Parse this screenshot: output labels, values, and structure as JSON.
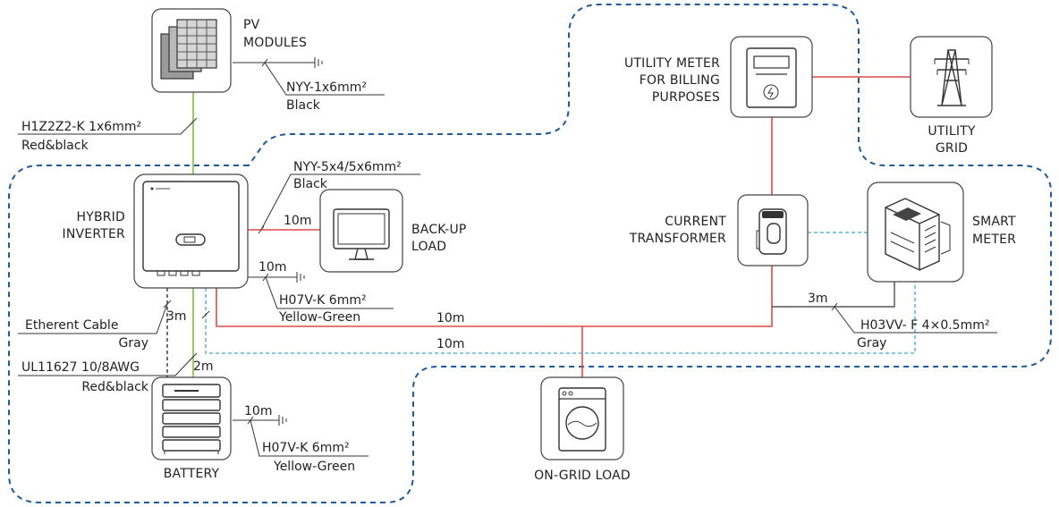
{
  "colors": {
    "ac_line": "#e0494b",
    "dc_line": "#7fbf3f",
    "comm_line": "#3fa7d6",
    "boundary": "#1f5a9a",
    "black_dashed": "#222222",
    "stroke": "#333333"
  },
  "components": {
    "pv_modules": {
      "line1": "PV",
      "line2": "MODULES",
      "icon": "solar-panel-icon"
    },
    "hybrid_inverter": {
      "line1": "HYBRID",
      "line2": "INVERTER",
      "icon": "inverter-icon"
    },
    "backup_load": {
      "line1": "BACK-UP",
      "line2": "LOAD",
      "icon": "monitor-icon"
    },
    "battery": {
      "line1": "BATTERY",
      "icon": "battery-icon"
    },
    "on_grid_load": {
      "line1": "ON-GRID LOAD",
      "icon": "washing-machine-icon"
    },
    "utility_meter": {
      "line1": "UTILITY METER",
      "line2": "FOR BILLING",
      "line3": "PURPOSES",
      "icon": "energy-meter-icon"
    },
    "utility_grid": {
      "line1": "UTILITY",
      "line2": "GRID",
      "icon": "transmission-tower-icon"
    },
    "current_transformer": {
      "line1": "CURRENT",
      "line2": "TRANSFORMER",
      "icon": "current-transformer-icon"
    },
    "smart_meter": {
      "line1": "SMART",
      "line2": "METER",
      "icon": "din-rail-meter-icon"
    }
  },
  "cables": {
    "pv_ground": {
      "spec": "NYY-1x6mm²",
      "color": "Black"
    },
    "pv_dc": {
      "spec": "H1Z2Z2-K 1x6mm²",
      "color": "Red&black"
    },
    "backup": {
      "spec": "NYY-5x4/5x6mm²",
      "color": "Black",
      "length": "10m"
    },
    "inverter_ground": {
      "spec": "H07V-K 6mm²",
      "color": "Yellow-Green",
      "length": "10m"
    },
    "ethernet": {
      "spec": "Etherent Cable",
      "color": "Gray",
      "length": "3m"
    },
    "battery_dc": {
      "spec": "UL11627 10/8AWG",
      "color": "Red&black",
      "length": "2m"
    },
    "battery_ground": {
      "spec": "H07V-K 6mm²",
      "color": "Yellow-Green",
      "length": "10m"
    },
    "ac_main": {
      "length": "10m"
    },
    "comm_main": {
      "length": "10m"
    },
    "meter_comm": {
      "spec": "H03VV- F 4×0.5mm²",
      "color": "Gray",
      "length": "3m"
    }
  }
}
